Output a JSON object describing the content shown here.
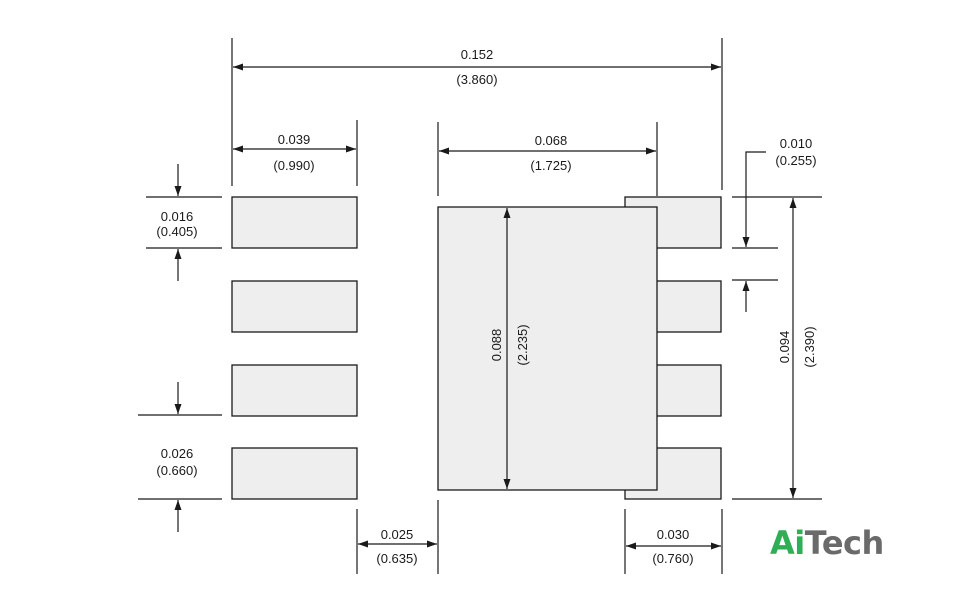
{
  "dimensions": {
    "overall_width": {
      "in": "0.152",
      "mm": "(3.860)"
    },
    "pad_length": {
      "in": "0.039",
      "mm": "(0.990)"
    },
    "center_pad_width": {
      "in": "0.068",
      "mm": "(1.725)"
    },
    "right_offset": {
      "in": "0.010",
      "mm": "(0.255)"
    },
    "pad_width": {
      "in": "0.016",
      "mm": "(0.405)"
    },
    "center_pad_height": {
      "in": "0.088",
      "mm": "(2.235)"
    },
    "overall_height": {
      "in": "0.094",
      "mm": "(2.390)"
    },
    "pitch": {
      "in": "0.026",
      "mm": "(0.660)"
    },
    "gap": {
      "in": "0.025",
      "mm": "(0.635)"
    },
    "right_pad_length": {
      "in": "0.030",
      "mm": "(0.760)"
    }
  },
  "logo": {
    "part1": "Ai",
    "part2": "Tech"
  }
}
